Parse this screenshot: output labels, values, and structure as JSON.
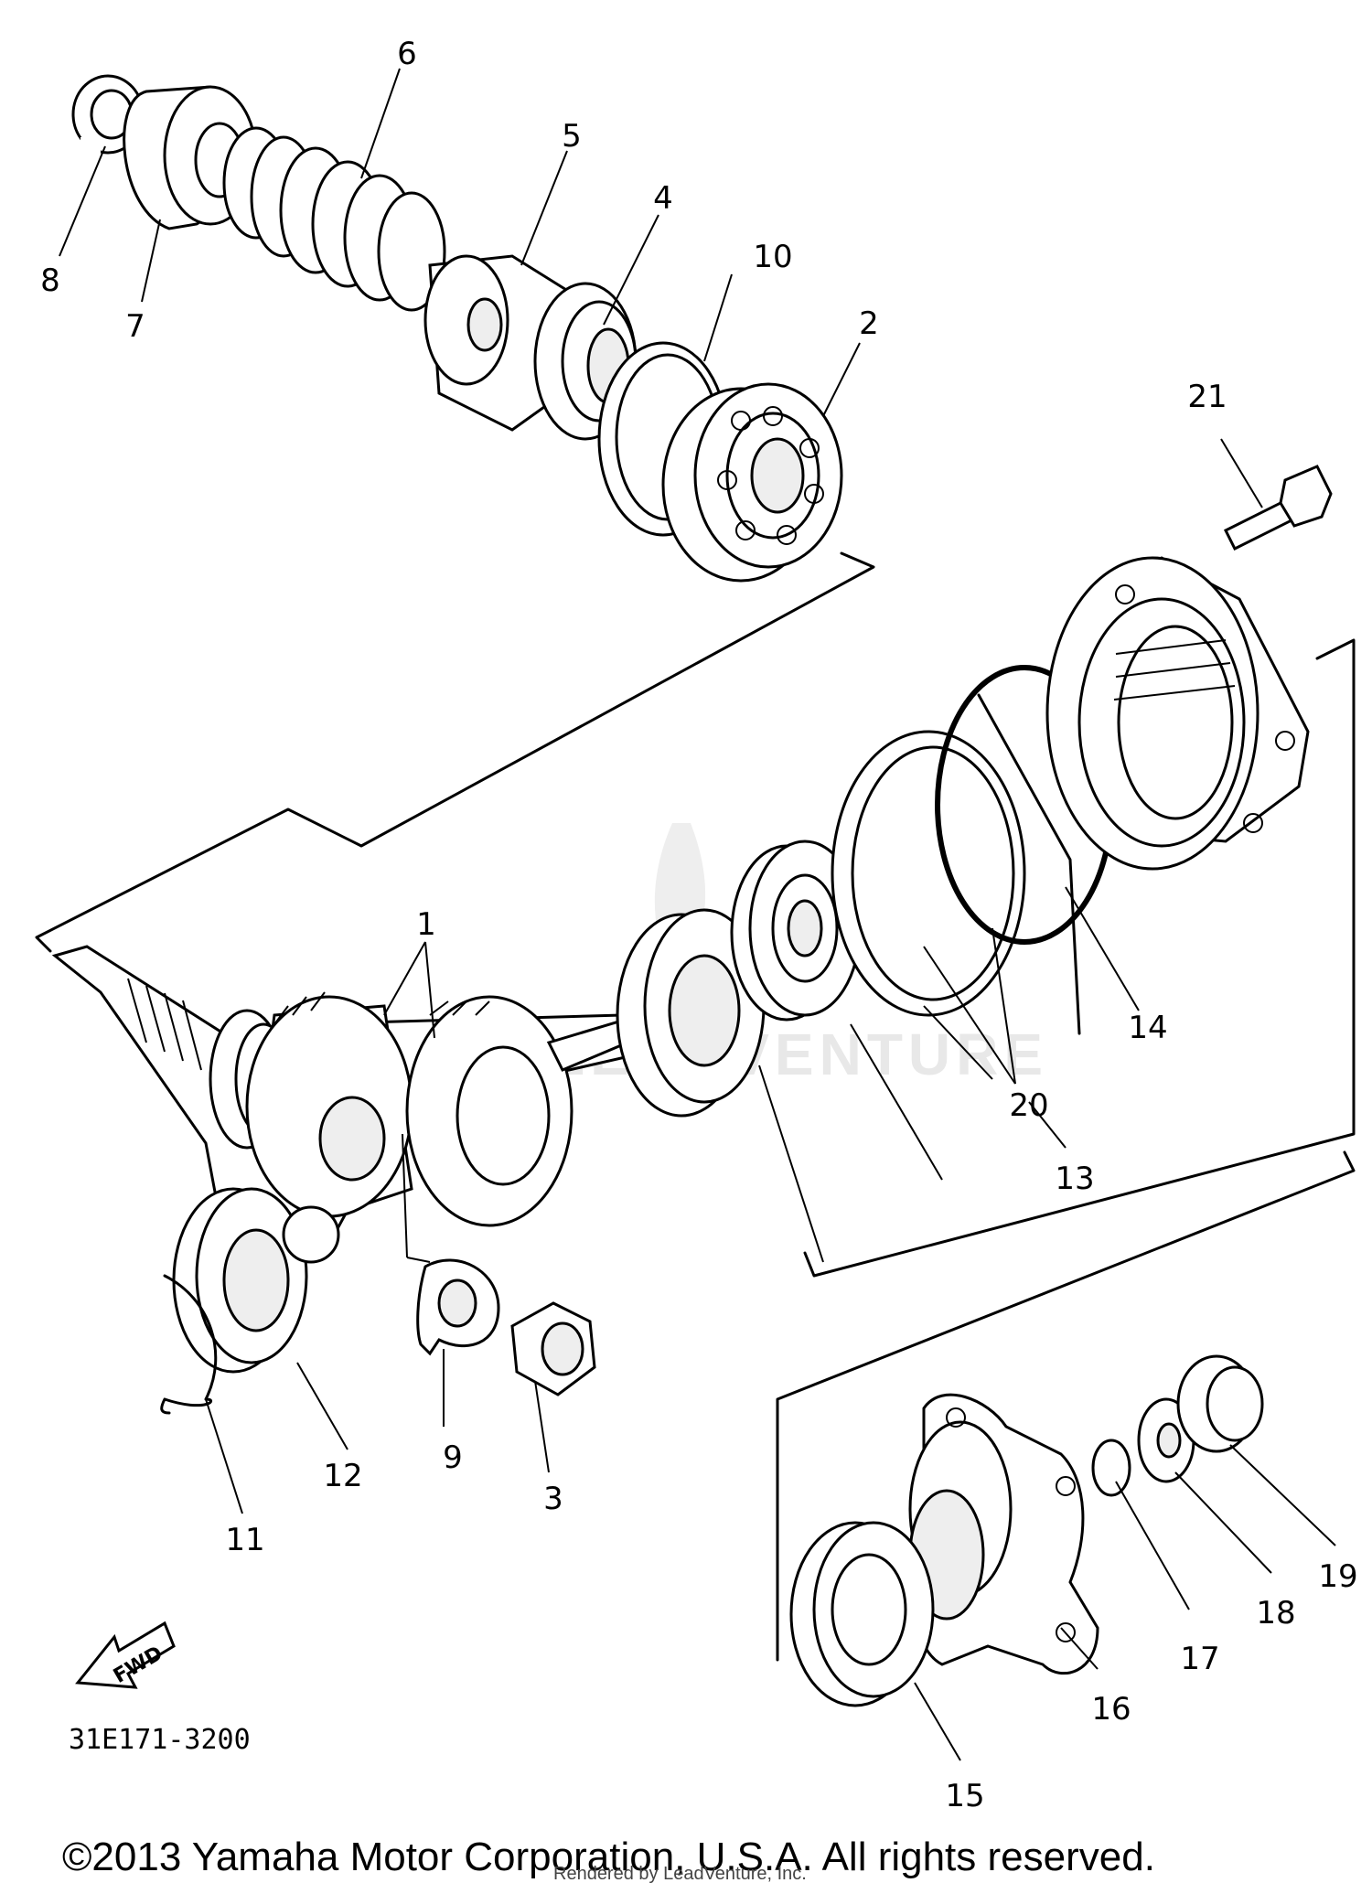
{
  "diagram": {
    "part_code": "31E171-3200",
    "copyright": "©2013 Yamaha Motor Corporation, U.S.A. All rights reserved.",
    "rendered_by": "Rendered by LeadVenture, Inc.",
    "watermark": "LEADVENTURE",
    "direction_label": "FWD",
    "callouts": {
      "c1": "1",
      "c2": "2",
      "c3": "3",
      "c4": "4",
      "c5": "5",
      "c6": "6",
      "c7": "7",
      "c8": "8",
      "c9": "9",
      "c10": "10",
      "c11": "11",
      "c12": "12",
      "c13": "13",
      "c14": "14",
      "c15": "15",
      "c16": "16",
      "c17": "17",
      "c18": "18",
      "c19": "19",
      "c20": "20",
      "c21": "21"
    }
  }
}
